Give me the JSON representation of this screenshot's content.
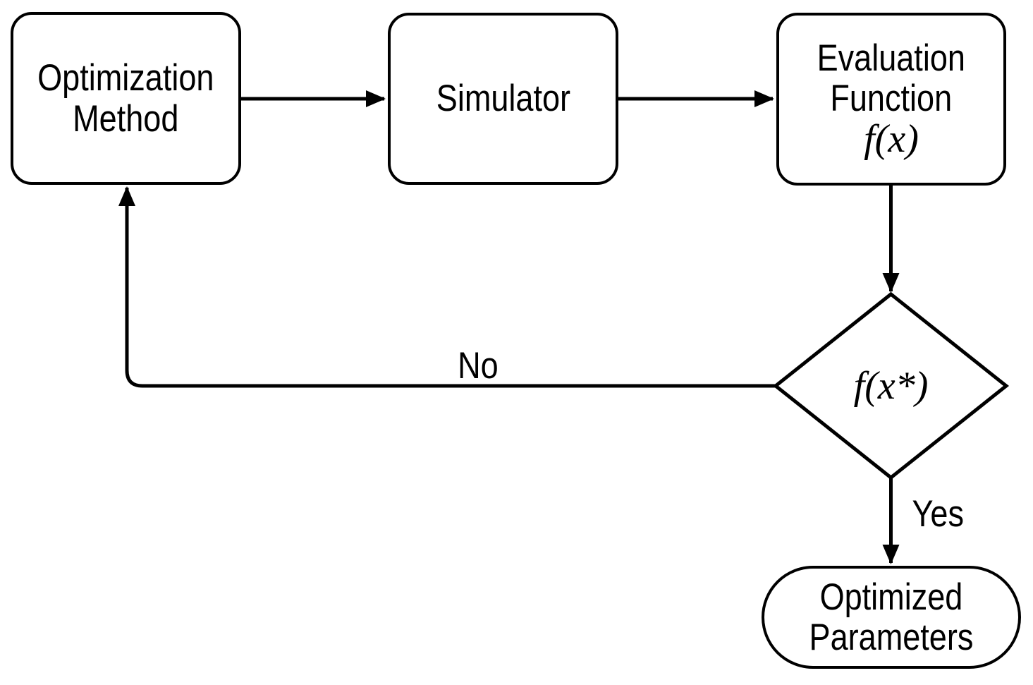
{
  "canvas": {
    "background_color": "#ffffff",
    "line_color": "#000000"
  },
  "nodes": {
    "optimization_method": {
      "line1": "Optimization",
      "line2": "Method"
    },
    "simulator": {
      "line1": "Simulator"
    },
    "evaluation_function": {
      "line1": "Evaluation",
      "line2": "Function",
      "formula": "f(x)"
    },
    "decision": {
      "formula": "f(x*)"
    },
    "optimized_parameters": {
      "line1": "Optimized",
      "line2": "Parameters"
    }
  },
  "edge_labels": {
    "no": "No",
    "yes": "Yes"
  }
}
